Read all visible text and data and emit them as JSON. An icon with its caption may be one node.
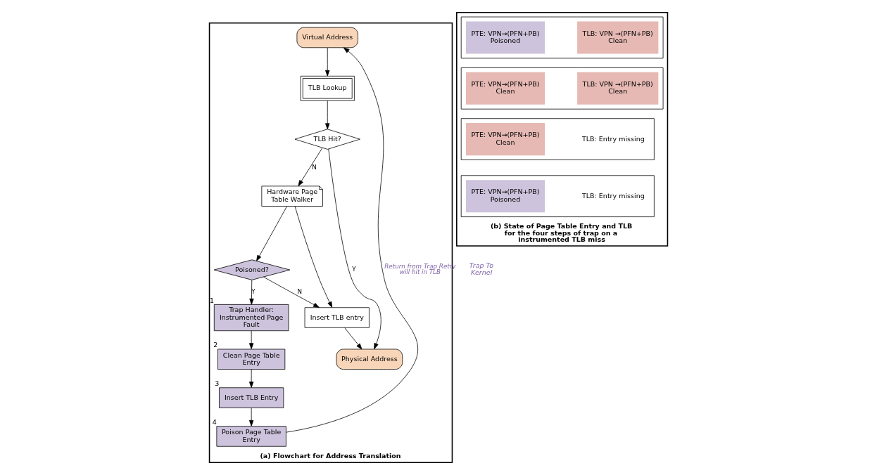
{
  "diagram": {
    "nodes": [
      {
        "text": [
          "(a) Flowchart for Address Translation"
        ]
      },
      {
        "text": [
          "Virtual Address"
        ],
        "in": 0
      },
      {
        "text": [
          "TLB Lookup"
        ],
        "in": 0
      },
      {
        "text": [
          "TLB Hit?"
        ],
        "in": 0
      },
      {
        "text": [
          "Hardware Page Table Walker"
        ],
        "in": 0
      },
      {
        "text": [
          "Poisoned?"
        ],
        "in": 0
      },
      {
        "text": [
          "Insert TLB entry"
        ],
        "in": 0
      },
      {
        "text": [
          "Physical Address"
        ],
        "in": 0
      },
      {
        "text": [
          "Trap Handler: Instrumented Page Fault"
        ],
        "in": 0,
        "beside": [
          "1"
        ]
      },
      {
        "text": [
          "Clean Page Table Entry"
        ],
        "in": 0,
        "beside": [
          "2"
        ]
      },
      {
        "text": [
          "Insert TLB Entry"
        ],
        "in": 0,
        "beside": [
          "3"
        ]
      },
      {
        "text": [
          "Poison Page Table Entry"
        ],
        "in": 0,
        "beside": [
          "4"
        ]
      },
      {
        "text": [
          "(b) State of Page Table Entry and TLB for the four steps of trap on a instrumented TLB miss"
        ]
      },
      {
        "text": [],
        "shape": "box",
        "in": 12
      },
      {
        "text": [
          "PTE: VPN→(PFN+PB) Poisoned"
        ],
        "in": 13
      },
      {
        "text": [
          "TLB: VPN →(PFN+PB) Clean"
        ],
        "in": 13
      },
      {
        "text": [],
        "shape": "box",
        "in": 12
      },
      {
        "text": [
          "PTE: VPN→(PFN+PB) Clean"
        ],
        "in": 16
      },
      {
        "text": [
          "TLB: VPN →(PFN+PB) Clean"
        ],
        "in": 16
      },
      {
        "text": [],
        "shape": "box",
        "in": 12
      },
      {
        "text": [
          "PTE: VPN→(PFN+PB) Clean"
        ],
        "in": 19
      },
      {
        "text": [
          "TLB: Entry missing"
        ],
        "in": 19
      },
      {
        "text": [],
        "shape": "box",
        "in": 12
      },
      {
        "text": [
          "PTE: VPN→(PFN+PB) Poisoned"
        ],
        "in": 22
      },
      {
        "text": [
          "TLB: Entry missing"
        ],
        "in": 22
      }
    ],
    "edges": [
      {
        "from": 1,
        "to": 2,
        "arrow": "to"
      },
      {
        "from": 2,
        "to": 3,
        "arrow": "to"
      },
      {
        "from": 3,
        "to": 7,
        "arrow": "to",
        "label": "Y"
      },
      {
        "from": 3,
        "to": 4,
        "arrow": "to",
        "label": "N"
      },
      {
        "from": 4,
        "to": 6,
        "arrow": "to"
      },
      {
        "from": 4,
        "to": 5,
        "arrow": "to"
      },
      {
        "from": 5,
        "to": 6,
        "arrow": "to",
        "label": "N"
      },
      {
        "from": 5,
        "to": 8,
        "arrow": "to",
        "label": "Y"
      },
      {
        "from": 6,
        "to": 7,
        "arrow": "to"
      },
      {
        "from": 8,
        "to": 9,
        "arrow": "to"
      },
      {
        "from": 9,
        "to": 10,
        "arrow": "to"
      },
      {
        "from": 10,
        "to": 11,
        "arrow": "to"
      },
      {
        "from": 11,
        "to": 1,
        "arrow": "to",
        "label": "Return from Trap Retry will hit in TLB"
      }
    ],
    "labels": [
      "Trap To Kernel"
    ]
  }
}
